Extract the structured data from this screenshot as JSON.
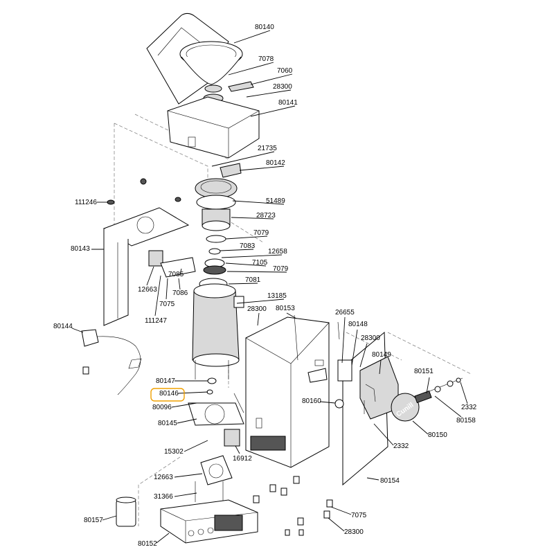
{
  "highlight": {
    "part": "80146",
    "color": "#f0a000"
  },
  "brand_text": "Cunill",
  "parts": [
    {
      "id": "p80140",
      "number": "80140"
    },
    {
      "id": "p7078",
      "number": "7078"
    },
    {
      "id": "p7060",
      "number": "7060"
    },
    {
      "id": "p28300a",
      "number": "28300"
    },
    {
      "id": "p80141",
      "number": "80141"
    },
    {
      "id": "p21735",
      "number": "21735"
    },
    {
      "id": "p80142",
      "number": "80142"
    },
    {
      "id": "p111246",
      "number": "111246"
    },
    {
      "id": "p51489",
      "number": "51489"
    },
    {
      "id": "p28723",
      "number": "28723"
    },
    {
      "id": "p7079a",
      "number": "7079"
    },
    {
      "id": "p80143",
      "number": "80143"
    },
    {
      "id": "p7083",
      "number": "7083"
    },
    {
      "id": "p12658",
      "number": "12658"
    },
    {
      "id": "p7105",
      "number": "7105"
    },
    {
      "id": "p7079b",
      "number": "7079"
    },
    {
      "id": "p7085",
      "number": "7085"
    },
    {
      "id": "p12663a",
      "number": "12663"
    },
    {
      "id": "p7086",
      "number": "7086"
    },
    {
      "id": "p7081",
      "number": "7081"
    },
    {
      "id": "p7075a",
      "number": "7075"
    },
    {
      "id": "p13185",
      "number": "13185"
    },
    {
      "id": "p28300b",
      "number": "28300"
    },
    {
      "id": "p80153",
      "number": "80153"
    },
    {
      "id": "p26655",
      "number": "26655"
    },
    {
      "id": "p111247",
      "number": "111247"
    },
    {
      "id": "p80144",
      "number": "80144"
    },
    {
      "id": "p80148",
      "number": "80148"
    },
    {
      "id": "p28300c",
      "number": "28300"
    },
    {
      "id": "p80149",
      "number": "80149"
    },
    {
      "id": "p80151",
      "number": "80151"
    },
    {
      "id": "p80147",
      "number": "80147"
    },
    {
      "id": "p80146",
      "number": "80146"
    },
    {
      "id": "p80096",
      "number": "80096"
    },
    {
      "id": "p80160",
      "number": "80160"
    },
    {
      "id": "p2332a",
      "number": "2332"
    },
    {
      "id": "p80158",
      "number": "80158"
    },
    {
      "id": "p80145",
      "number": "80145"
    },
    {
      "id": "p80150",
      "number": "80150"
    },
    {
      "id": "p2332b",
      "number": "2332"
    },
    {
      "id": "p15302",
      "number": "15302"
    },
    {
      "id": "p16912",
      "number": "16912"
    },
    {
      "id": "p12663b",
      "number": "12663"
    },
    {
      "id": "p80154",
      "number": "80154"
    },
    {
      "id": "p31366",
      "number": "31366"
    },
    {
      "id": "p7075b",
      "number": "7075"
    },
    {
      "id": "p80157",
      "number": "80157"
    },
    {
      "id": "p28300d",
      "number": "28300"
    },
    {
      "id": "p80152",
      "number": "80152"
    }
  ]
}
